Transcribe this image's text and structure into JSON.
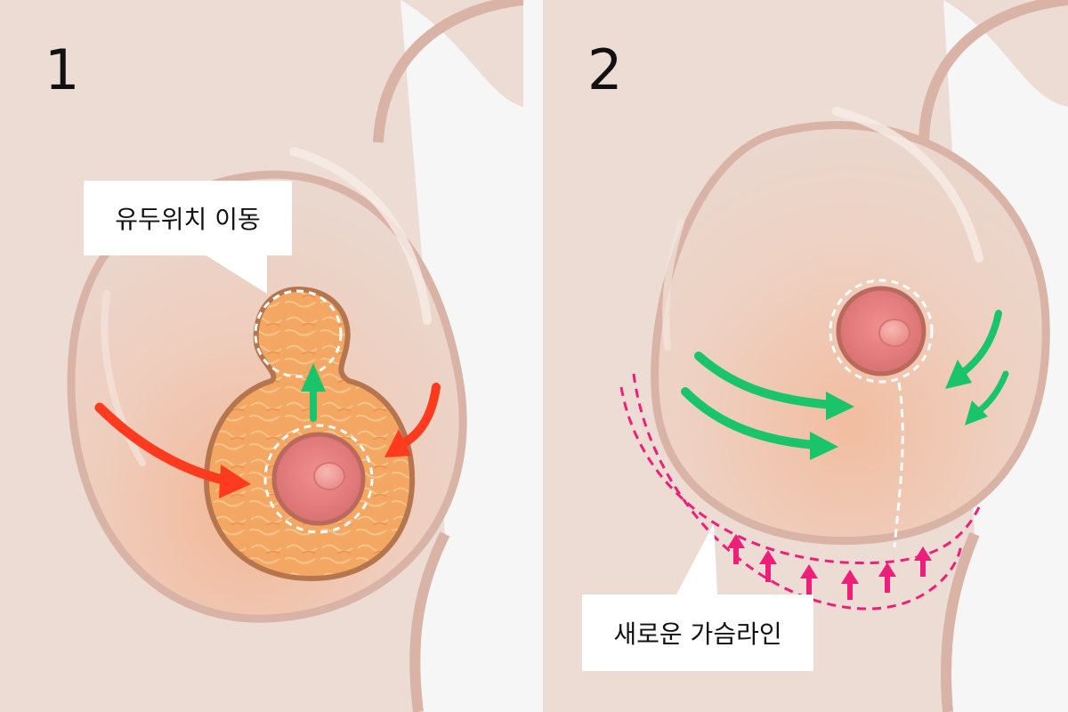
{
  "panels": [
    {
      "number": "1",
      "label": "유두위치 이동"
    },
    {
      "number": "2",
      "label": "새로운 가슴라인"
    }
  ],
  "colors": {
    "background": "#ecdcd4",
    "outline": "#d9b3a5",
    "tissue": "#f2a15e",
    "arrow_red": "#ff3b1f",
    "arrow_green": "#19c46a",
    "guide_pink": "#ee1f78",
    "gap": "#f6f6f6"
  }
}
